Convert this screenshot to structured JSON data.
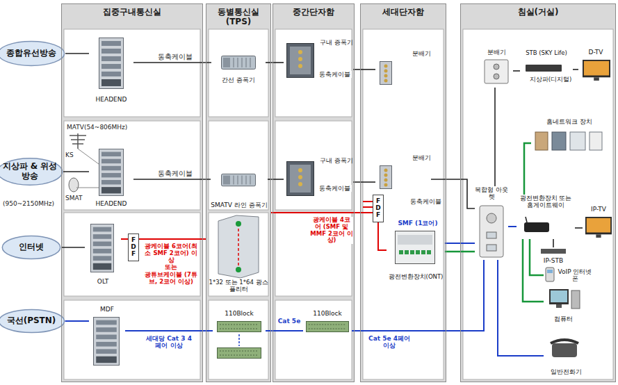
{
  "diagram": {
    "nodes": [
      {
        "text": [
          "종합유선방송"
        ]
      },
      {
        "text": [
          "지상파 & 위성방송"
        ]
      },
      {
        "text": [
          "인터넷"
        ]
      },
      {
        "text": [
          "국선(PSTN)"
        ]
      },
      {
        "text": [
          "집중구내통신실"
        ]
      },
      {
        "text": [
          "HEADEND"
        ],
        "in": 4
      },
      {
        "text": [
          "HEADEND"
        ],
        "in": 4
      },
      {
        "text": [
          "OLT"
        ],
        "in": 4
      },
      {
        "text": [
          "FDF"
        ],
        "in": 4
      },
      {
        "text": [
          "MDF"
        ],
        "in": 4
      },
      {
        "text": [
          "동별통신실 (TPS)"
        ]
      },
      {
        "text": [
          "간선 증폭기"
        ],
        "in": 10
      },
      {
        "text": [
          "SMATV 라인 증폭기"
        ],
        "in": 10
      },
      {
        "text": [
          "1*32 또는 1*64 광스플리터"
        ],
        "in": 10
      },
      {
        "text": [
          "110Block"
        ],
        "in": 10
      },
      {
        "text": [
          "중간단자함"
        ]
      },
      {
        "text": [
          "구내 증폭기"
        ],
        "in": 15
      },
      {
        "text": [
          "구내 증폭기"
        ],
        "in": 15
      },
      {
        "text": [
          "110Block"
        ],
        "in": 15
      },
      {
        "text": [
          "세대단자함"
        ]
      },
      {
        "text": [
          "분배기"
        ],
        "in": 19
      },
      {
        "text": [
          "분배기"
        ],
        "in": 19
      },
      {
        "text": [
          "FDF"
        ],
        "in": 19
      },
      {
        "text": [
          "광전변환장치(ONT)"
        ],
        "in": 19
      },
      {
        "text": [
          "침실(거실)"
        ]
      },
      {
        "text": [
          "분배기"
        ],
        "in": 24
      },
      {
        "text": [
          "STB (SKY Life)"
        ],
        "in": 24
      },
      {
        "text": [
          "D-TV"
        ],
        "in": 24
      },
      {
        "text": [
          "홈네트워크 장치"
        ],
        "in": 24
      },
      {
        "text": [
          "복합형 아웃렛"
        ],
        "in": 24
      },
      {
        "text": [
          "광전변환장치 또는 홈게이트웨이"
        ],
        "in": 24
      },
      {
        "text": [
          "IP-TV"
        ],
        "in": 24
      },
      {
        "text": [
          "IP-STB"
        ],
        "in": 24
      },
      {
        "text": [
          "VoIP 인터넷폰"
        ],
        "in": 24
      },
      {
        "text": [
          "컴퓨터"
        ],
        "in": 24
      },
      {
        "text": [
          "일반전화기"
        ],
        "in": 24
      }
    ],
    "edges": [
      {
        "from": 0,
        "to": 5,
        "arrow": "none"
      },
      {
        "from": 5,
        "to": 11,
        "arrow": "none",
        "label": "동축케이블"
      },
      {
        "from": 11,
        "to": 16,
        "arrow": "none"
      },
      {
        "from": 16,
        "to": 20,
        "arrow": "none",
        "label": "동축케이블"
      },
      {
        "from": 1,
        "to": 6,
        "arrow": "none"
      },
      {
        "from": 6,
        "to": 12,
        "arrow": "none",
        "label": "동축케이블"
      },
      {
        "from": 12,
        "to": 17,
        "arrow": "none"
      },
      {
        "from": 17,
        "to": 21,
        "arrow": "none",
        "label": "동축케이블"
      },
      {
        "from": 21,
        "to": 29,
        "arrow": "none",
        "label": "동축케이블"
      },
      {
        "from": 2,
        "to": 7,
        "arrow": "none"
      },
      {
        "from": 7,
        "to": 8,
        "arrow": "none"
      },
      {
        "from": 8,
        "to": 13,
        "arrow": "none"
      },
      {
        "from": 13,
        "to": 22,
        "arrow": "none",
        "label": "광케이블 4코어 (SMF 및 MMF 2코어 이상)"
      },
      {
        "from": 22,
        "to": 23,
        "arrow": "none",
        "label": "SMF (1코어)"
      },
      {
        "from": 23,
        "to": 29,
        "arrow": "none"
      },
      {
        "from": 23,
        "to": 29,
        "arrow": "none"
      },
      {
        "from": 29,
        "to": 30,
        "arrow": "none"
      },
      {
        "from": 30,
        "to": 28,
        "arrow": "none"
      },
      {
        "from": 30,
        "to": 31,
        "arrow": "none"
      },
      {
        "from": 30,
        "to": 32,
        "arrow": "none"
      },
      {
        "from": 30,
        "to": 33,
        "arrow": "none"
      },
      {
        "from": 30,
        "to": 34,
        "arrow": "none"
      },
      {
        "from": 25,
        "to": 26,
        "arrow": "none"
      },
      {
        "from": 26,
        "to": 27,
        "arrow": "none"
      },
      {
        "from": 25,
        "to": 29,
        "arrow": "none"
      },
      {
        "from": 3,
        "to": 9,
        "arrow": "none"
      },
      {
        "from": 9,
        "to": 14,
        "arrow": "none",
        "label": "세대당 Cat 3 4페어 이상"
      },
      {
        "from": 14,
        "to": 18,
        "arrow": "none",
        "label": "Cat 5e"
      },
      {
        "from": 18,
        "to": 29,
        "arrow": "none",
        "label": "Cat 5e 4페어 이상"
      },
      {
        "from": 29,
        "to": 35,
        "arrow": "none"
      }
    ],
    "labels": [
      "MATV(54~806MHz)",
      "KS",
      "SMAT",
      "(950~2150MHz)",
      "광케이블 6코어(최소 SMF 2코어) 이상",
      "또는",
      "광튜브케이블 (7튜브, 2코어 이상)",
      "지상파(디지털)"
    ]
  }
}
